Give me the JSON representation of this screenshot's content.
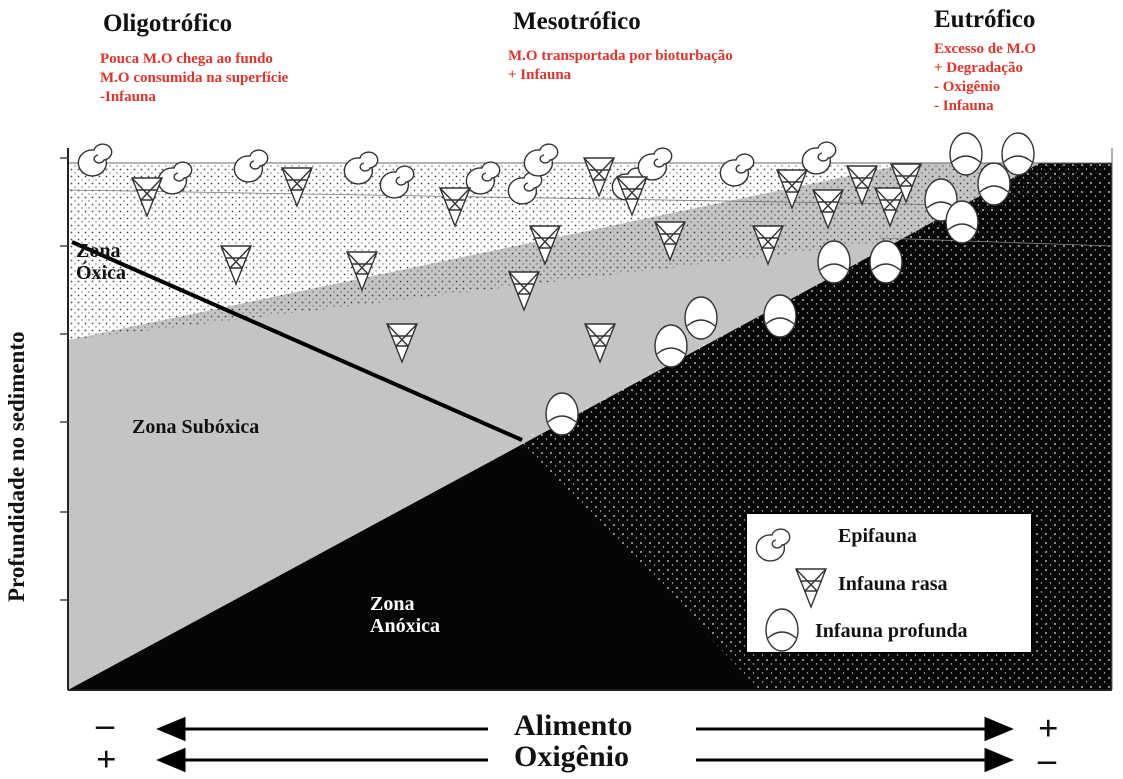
{
  "columns": {
    "oligo": {
      "title": "Oligotrófico",
      "lines": [
        "Pouca M.O chega ao fundo",
        "M.O consumida na superfície",
        "-Infauna"
      ]
    },
    "meso": {
      "title": "Mesotrófico",
      "lines": [
        "M.O transportada por bioturbação",
        "+ Infauna"
      ]
    },
    "eu": {
      "title": "Eutrófico",
      "lines": [
        "Excesso de M.O",
        "+ Degradação",
        "- Oxigênio",
        "- Infauna"
      ]
    }
  },
  "zones": {
    "oxic": [
      "Zona",
      "Óxica"
    ],
    "suboxic": "Zona Subóxica",
    "anoxic": [
      "Zona",
      "Anóxica"
    ]
  },
  "legend": {
    "epifauna": "Epifauna",
    "shallow": "Infauna rasa",
    "deep": "Infauna profunda"
  },
  "axis": {
    "y_label": "Profundidade no sedimento",
    "food": {
      "label": "Alimento",
      "left": "–",
      "right": "+"
    },
    "oxygen": {
      "label": "Oxigênio",
      "left": "+",
      "right": "–"
    }
  },
  "colors": {
    "suboxic": "#c4c4c4",
    "oxic": "#ffffff",
    "anoxic": "#050505",
    "subtitle_red": "#e0332b"
  },
  "icons": [
    "epifauna-spiral-icon",
    "shallow-infauna-cone-icon",
    "deep-infauna-oval-icon"
  ]
}
